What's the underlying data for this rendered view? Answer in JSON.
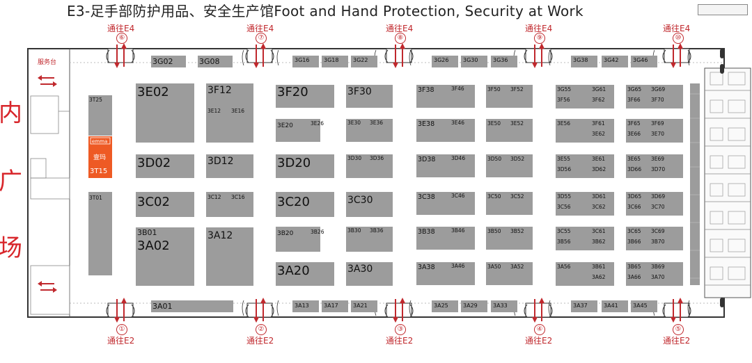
{
  "title": "E3-足手部防护用品、安全生产馆Foot and Hand Protection, Security at Work",
  "side_text": [
    "内",
    "广",
    "场"
  ],
  "service_desk": "服务台",
  "exhibitor": {
    "logo": "emma",
    "name": "壹玛",
    "booth": "3T15"
  },
  "colors": {
    "booth": "#9c9c9c",
    "highlight": "#ee5a24",
    "route": "#c0282d",
    "wall": "#333333"
  },
  "gates_north": [
    {
      "num": "⑥",
      "label": "通往E4"
    },
    {
      "num": "⑦",
      "label": "通往E4"
    },
    {
      "num": "⑧",
      "label": "通往E4"
    },
    {
      "num": "⑨",
      "label": "通往E4"
    },
    {
      "num": "⑩",
      "label": "通往E4"
    }
  ],
  "gates_south": [
    {
      "num": "①",
      "label": "通往E2"
    },
    {
      "num": "②",
      "label": "通往E2"
    },
    {
      "num": "③",
      "label": "通往E2"
    },
    {
      "num": "④",
      "label": "通往E2"
    },
    {
      "num": "⑤",
      "label": "通往E2"
    }
  ],
  "booths_large": [
    "3E02",
    "3F12",
    "3F20",
    "3F30",
    "3D02",
    "3D12",
    "3D20",
    "3C02",
    "3C20",
    "3C30",
    "3A02",
    "3A12",
    "3A20",
    "3A30"
  ],
  "booths_medium": [
    "3G02",
    "3G08",
    "3A01",
    "3B01",
    "3F38",
    "3E20",
    "3E38",
    "3D38",
    "3C38",
    "3B20",
    "3B38",
    "3A38"
  ],
  "booths_small": [
    "3G16",
    "3G18",
    "3G22",
    "3G26",
    "3G30",
    "3G36",
    "3G38",
    "3G42",
    "3G46",
    "3T25",
    "3T01",
    "3E12",
    "3E16",
    "3F46",
    "3F50",
    "3F52",
    "3E26",
    "3E30",
    "3E36",
    "3E46",
    "3E50",
    "3E52",
    "3D30",
    "3D36",
    "3D46",
    "3D50",
    "3D52",
    "3C12",
    "3C16",
    "3C46",
    "3C50",
    "3C52",
    "3B26",
    "3B30",
    "3B36",
    "3B46",
    "3B50",
    "3B52",
    "3A46",
    "3A50",
    "3A52",
    "3A13",
    "3A17",
    "3A21",
    "3A25",
    "3A29",
    "3A33",
    "3A37",
    "3A41",
    "3A45",
    "3G55",
    "3G61",
    "3G65",
    "3G69",
    "3F56",
    "3F62",
    "3F66",
    "3F70",
    "3E56",
    "3F61",
    "3F65",
    "3F69",
    "3E62",
    "3E66",
    "3E70",
    "3E55",
    "3E61",
    "3E65",
    "3E69",
    "3D56",
    "3D62",
    "3D66",
    "3D70",
    "3D55",
    "3D61",
    "3D65",
    "3D69",
    "3C56",
    "3C62",
    "3C66",
    "3C70",
    "3C55",
    "3C61",
    "3C65",
    "3C69",
    "3B56",
    "3B62",
    "3B66",
    "3B70",
    "3A56",
    "3B61",
    "3B65",
    "3B69",
    "3A62",
    "3A66",
    "3A70"
  ]
}
